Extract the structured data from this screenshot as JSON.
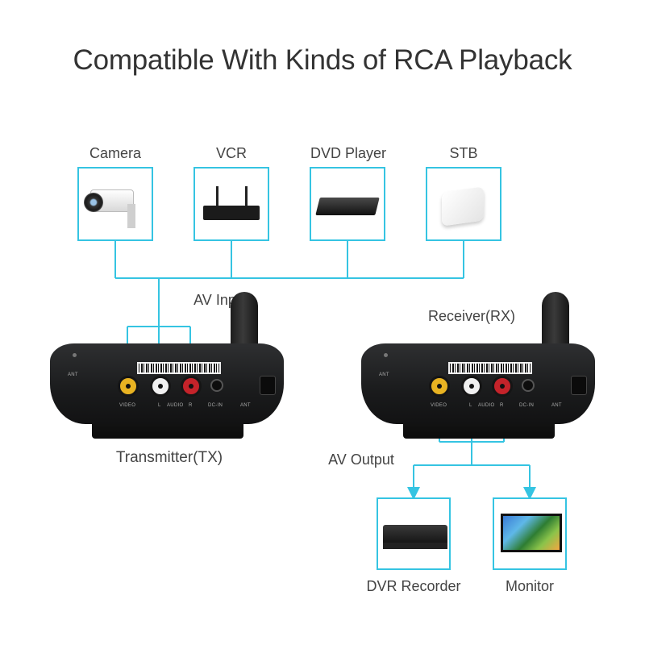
{
  "title": "Compatible With Kinds of RCA Playback",
  "sources": [
    {
      "label": "Camera",
      "icon": "camera-icon"
    },
    {
      "label": "VCR",
      "icon": "vcr-icon"
    },
    {
      "label": "DVD Player",
      "icon": "dvd-player-icon"
    },
    {
      "label": "STB",
      "icon": "set-top-box-icon"
    }
  ],
  "av_input_label": "AV Input",
  "receiver_label": "Receiver(RX)",
  "transmitter_label": "Transmitter(TX)",
  "av_output_label": "AV Output",
  "outputs": [
    {
      "label": "DVR Recorder",
      "icon": "dvr-recorder-icon"
    },
    {
      "label": "Monitor",
      "icon": "monitor-icon"
    }
  ],
  "panel_labels": {
    "ant": "ANT",
    "video": "VIDEO",
    "l": "L",
    "audio": "AUDIO",
    "r": "R",
    "dc_in": "DC-IN"
  },
  "colors": {
    "accent": "#35c4e2",
    "text": "#333333"
  }
}
